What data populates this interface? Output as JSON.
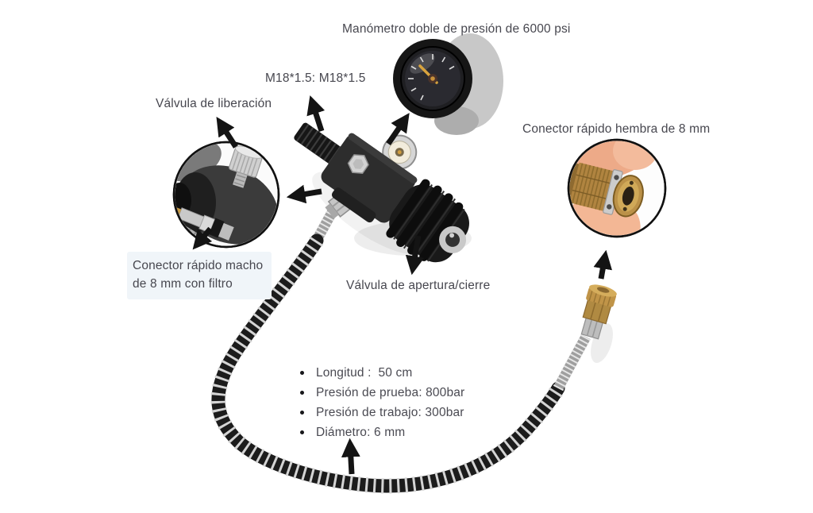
{
  "colors": {
    "text": "#47474f",
    "arrow": "#141414",
    "label_box_bg": "#f0f5f9",
    "hose": "#1c1c1c",
    "brass": "#b08a42"
  },
  "annotations": {
    "pressure_gauge": "Manómetro doble de presión de 6000 psi",
    "thread_spec": "M18*1.5: M18*1.5",
    "release_valve": "Válvula de liberación",
    "female_quick_connector": "Conector rápido hembra de 8 mm",
    "male_quick_connector": "Conector rápido macho\nde 8 mm con filtro",
    "open_close_valve": "Válvula de apertura/cierre"
  },
  "specs": {
    "items": [
      "Longitud :  50 cm",
      "Presión de prueba: 800bar",
      "Presión de trabajo: 300bar",
      "Diámetro: 6 mm"
    ]
  }
}
